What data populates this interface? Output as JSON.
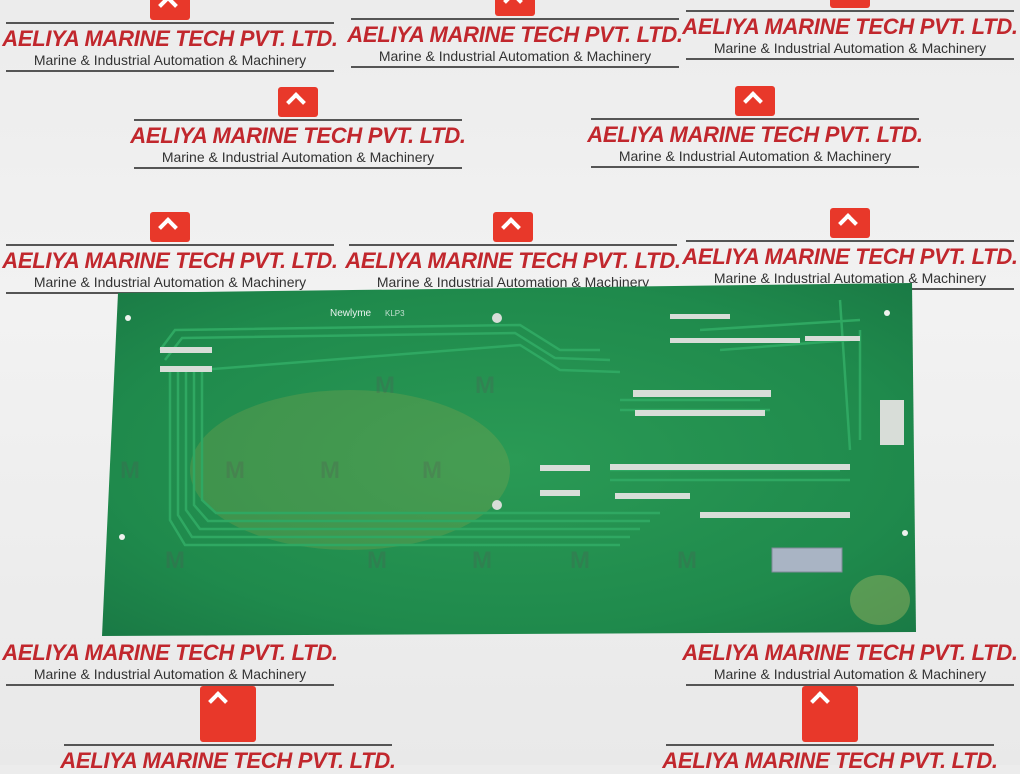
{
  "watermark": {
    "title": "AELIYA MARINE TECH PVT. LTD.",
    "subtitle": "Marine & Industrial Automation & Machinery",
    "logo_color": "#e8382a",
    "title_color": "#c1272d"
  },
  "pcb": {
    "label": "Newlyme",
    "part": "KLP3",
    "board_color": "#1f8a4c"
  }
}
